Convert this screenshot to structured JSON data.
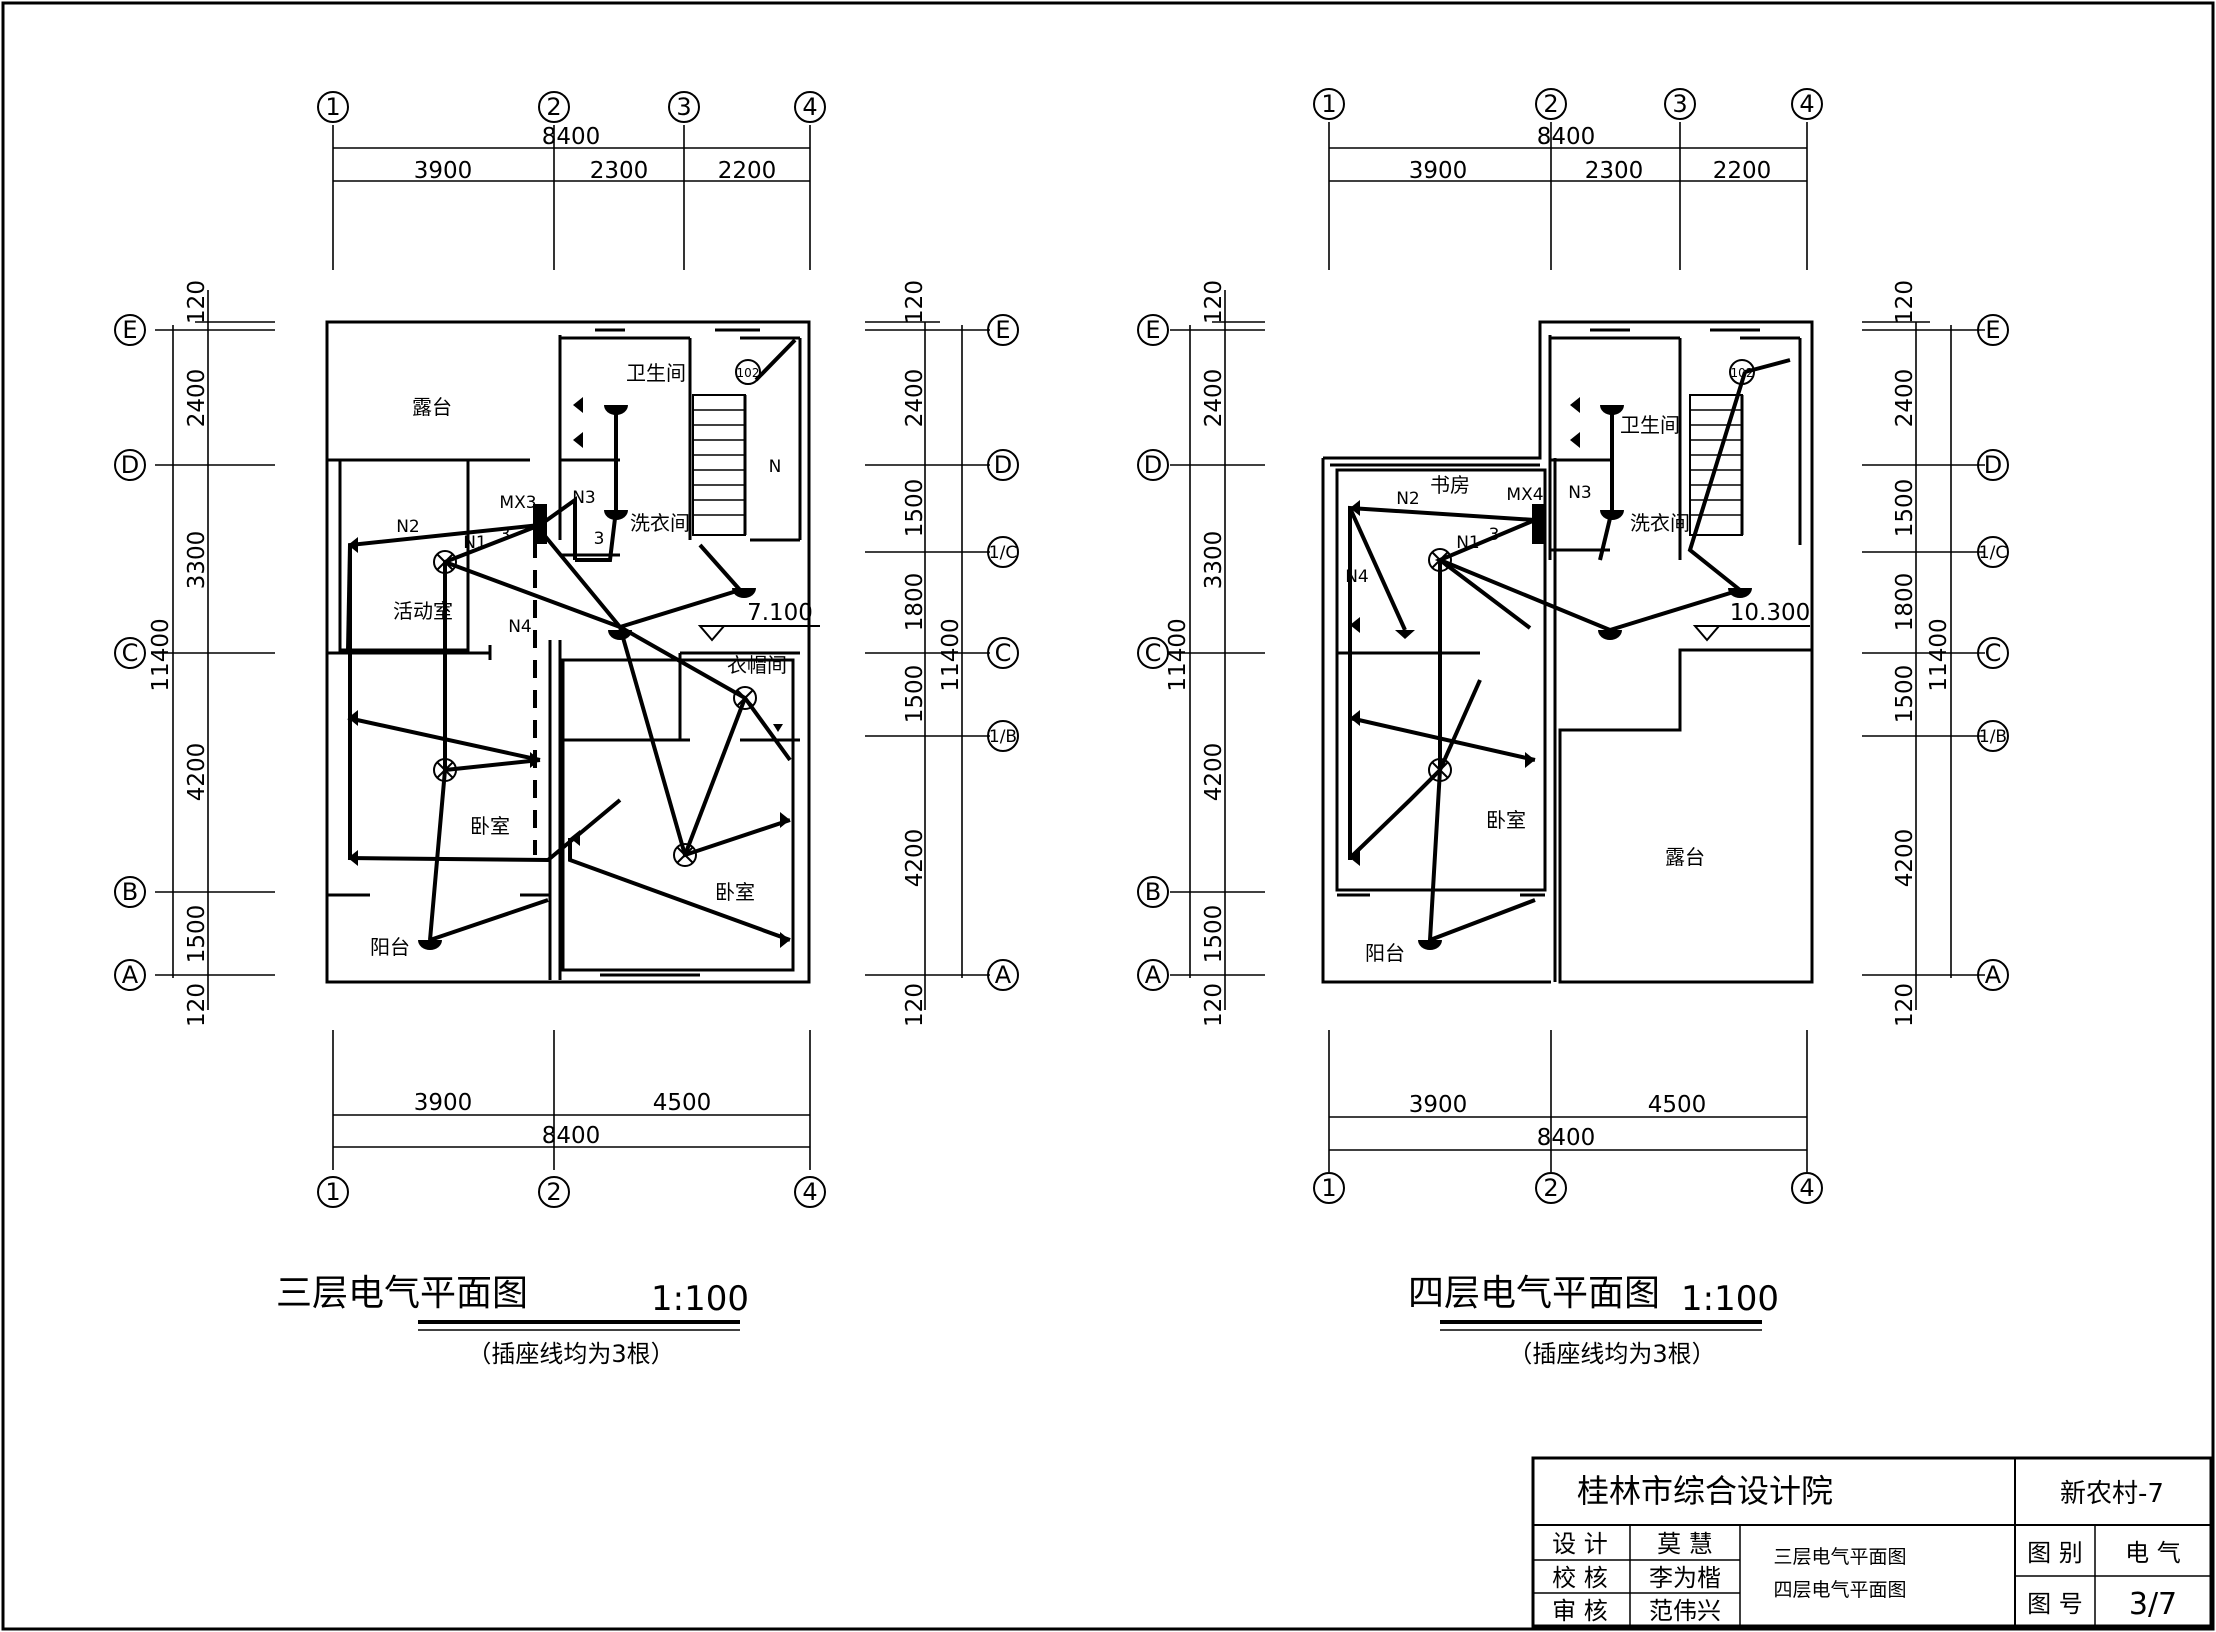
{
  "drawings": [
    {
      "title": "三层电气平面图",
      "scale": "1:100",
      "note": "（插座线均为3根）",
      "elevation": "7.100",
      "panel": "MX3",
      "top_dims": {
        "total": "8400",
        "parts": [
          "3900",
          "2300",
          "2200"
        ]
      },
      "bottom_dims": {
        "total": "8400",
        "parts": [
          "3900",
          "4500"
        ]
      },
      "left_dims": {
        "total": "11400",
        "parts": [
          "120",
          "2400",
          "3300",
          "4200",
          "1500",
          "120"
        ]
      },
      "right_dims": {
        "total": "11400",
        "parts": [
          "120",
          "2400",
          "1500",
          "1800",
          "1500",
          "4200",
          "120"
        ]
      },
      "top_axes": [
        "1",
        "2",
        "3",
        "4"
      ],
      "bottom_axes": [
        "1",
        "2",
        "4"
      ],
      "left_axes": [
        "E",
        "D",
        "C",
        "B",
        "A"
      ],
      "right_axes": [
        "E",
        "D",
        "1/C",
        "C",
        "1/B",
        "A"
      ],
      "rooms": [
        "露台",
        "卫生间",
        "洗衣间",
        "活动室",
        "衣帽间",
        "卧室",
        "卧室",
        "阳台"
      ],
      "circuits": [
        "N1",
        "N2",
        "N3",
        "N4",
        "N",
        "3",
        "3"
      ],
      "stair_tag": "102"
    },
    {
      "title": "四层电气平面图",
      "scale": "1:100",
      "note": "（插座线均为3根）",
      "elevation": "10.300",
      "panel": "MX4",
      "top_dims": {
        "total": "8400",
        "parts": [
          "3900",
          "2300",
          "2200"
        ]
      },
      "bottom_dims": {
        "total": "8400",
        "parts": [
          "3900",
          "4500"
        ]
      },
      "left_dims": {
        "total": "11400",
        "parts": [
          "120",
          "2400",
          "3300",
          "4200",
          "1500",
          "120"
        ]
      },
      "right_dims": {
        "total": "11400",
        "parts": [
          "120",
          "2400",
          "1500",
          "1800",
          "1500",
          "4200",
          "120"
        ]
      },
      "top_axes": [
        "1",
        "2",
        "3",
        "4"
      ],
      "bottom_axes": [
        "1",
        "2",
        "4"
      ],
      "left_axes": [
        "E",
        "D",
        "C",
        "B",
        "A"
      ],
      "right_axes": [
        "E",
        "D",
        "1/C",
        "C",
        "1/B",
        "A"
      ],
      "rooms": [
        "书房",
        "卫生间",
        "洗衣间",
        "卧室",
        "露台",
        "阳台"
      ],
      "circuits": [
        "N1",
        "N2",
        "N3",
        "N4",
        "3"
      ],
      "stair_tag": "102"
    }
  ],
  "title_block": {
    "institute": "桂林市综合设计院",
    "project": "新农村-7",
    "rows": [
      {
        "role": "设  计",
        "name": "莫 慧"
      },
      {
        "role": "校  核",
        "name": "李为楷"
      },
      {
        "role": "审  核",
        "name": "范伟兴"
      }
    ],
    "sheet_titles": [
      "三层电气平面图",
      "四层电气平面图"
    ],
    "category_label": "图 别",
    "category_value": "电 气",
    "number_label": "图 号",
    "number_value": "3/7"
  }
}
